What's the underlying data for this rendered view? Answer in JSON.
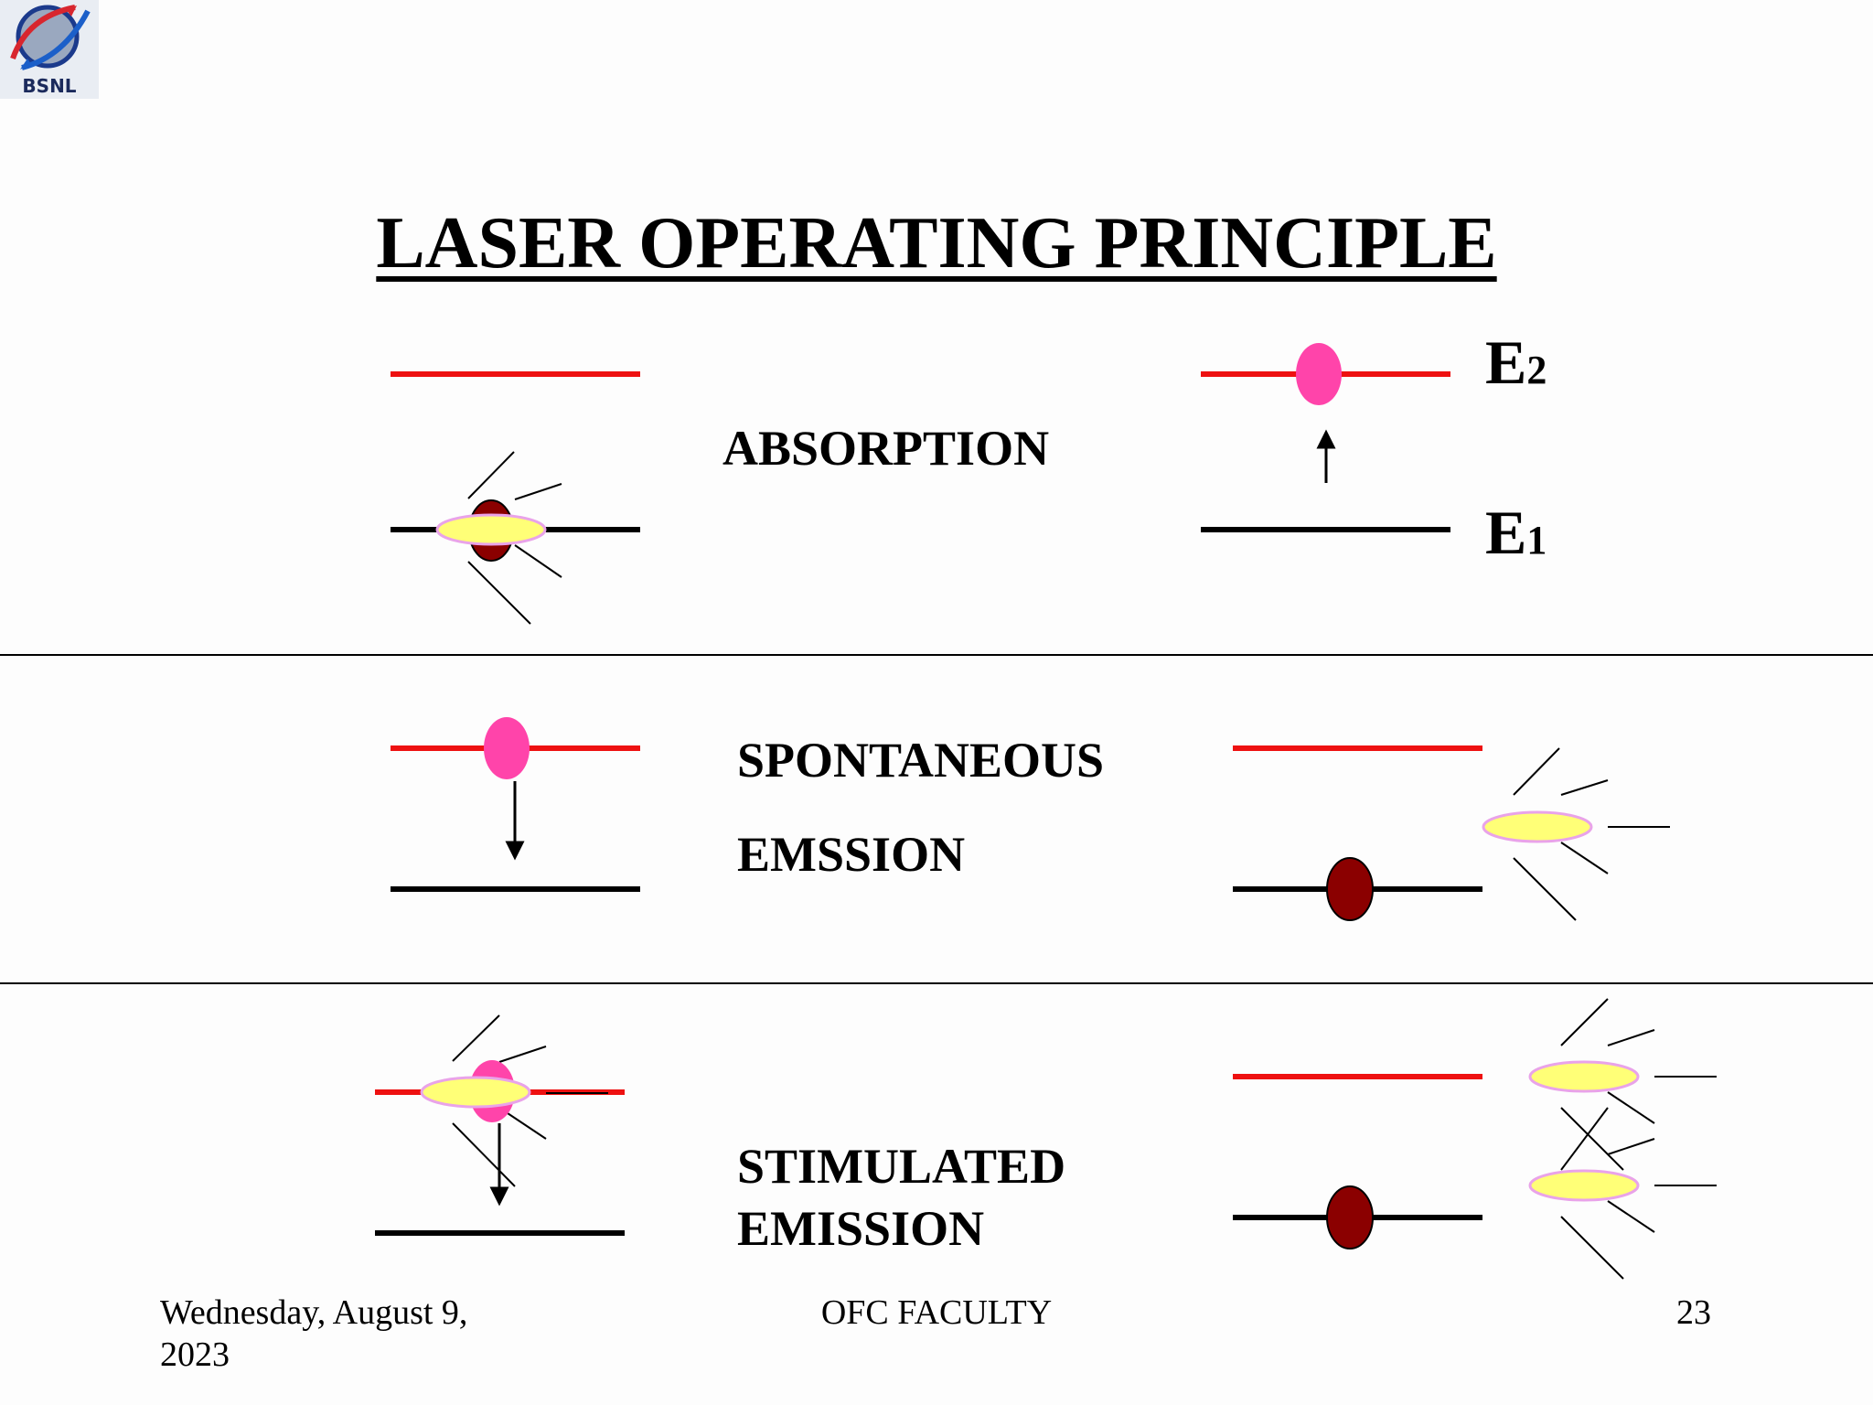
{
  "logo": {
    "text": "BSNL"
  },
  "title": "LASER OPERATING PRINCIPLE",
  "sections": {
    "absorption": {
      "label": "ABSORPTION"
    },
    "spontaneous": {
      "label_line1": "SPONTANEOUS",
      "label_line2": "EMSSION"
    },
    "stimulated": {
      "label_line1": "STIMULATED",
      "label_line2": "EMISSION"
    }
  },
  "levels": {
    "upper": {
      "letter": "E",
      "index": "2"
    },
    "lower": {
      "letter": "E",
      "index": "1"
    }
  },
  "colors": {
    "upper_level": "#ee1111",
    "lower_level": "#000000",
    "excited_atom": "#ff44aa",
    "ground_atom": "#8b0000",
    "photon_fill": "#ffff77",
    "photon_border": "#e9a3e9"
  },
  "footer": {
    "date_line1": "Wednesday, August 9,",
    "date_line2": "2023",
    "center": "OFC FACULTY",
    "page": "23"
  }
}
